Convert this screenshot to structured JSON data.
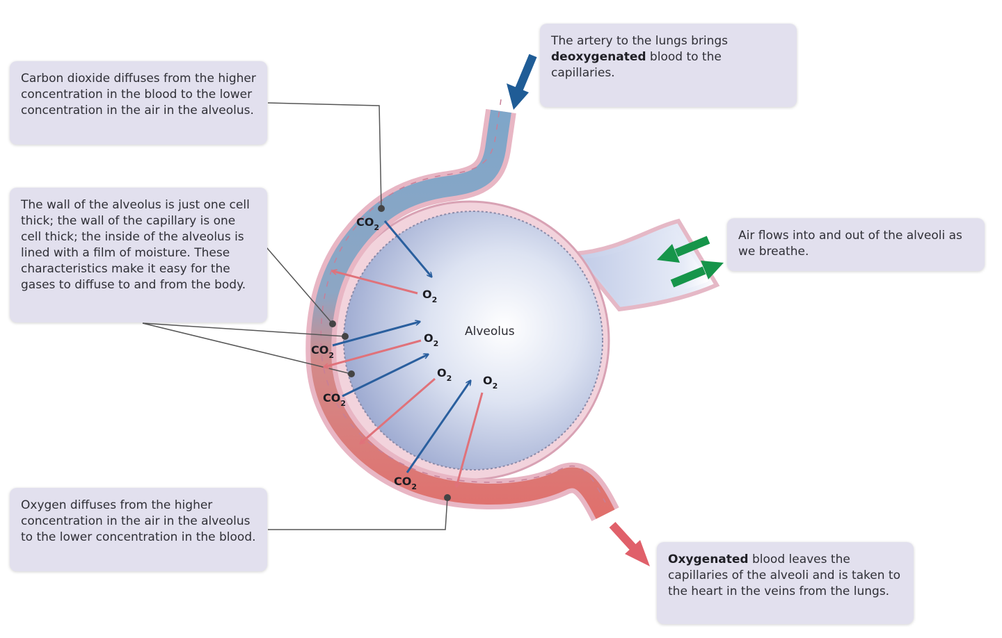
{
  "callouts": {
    "co2_diffusion": "Carbon dioxide diffuses from the higher concentration in the blood to the lower concentration in the air in the alveolus.",
    "wall_thickness": "The wall of the alveolus is just one cell thick; the wall of the capillary is one cell thick; the inside of the alveolus is lined with a film of moisture. These characteristics make it easy for the gases to diffuse to and from the body.",
    "o2_diffusion": "Oxygen diffuses from the higher concentration in the air in the alveolus to the lower concentration in the blood.",
    "artery": {
      "before": "The artery to the lungs brings ",
      "bold": "deoxygenated",
      "after": " blood to the capillaries."
    },
    "air_flow": "Air flows into and out of the alveoli as we breathe.",
    "oxygenated": {
      "bold": "Oxygenated",
      "after": " blood leaves the capillaries of the alveoli and is taken to the heart in the veins from the lungs."
    }
  },
  "labels": {
    "alveolus": "Alveolus",
    "co2_base": "CO",
    "co2_sub": "2",
    "o2_base": "O",
    "o2_sub": "2"
  },
  "colors": {
    "deoxygenated_blood": "#7fa6c9",
    "oxygenated_blood": "#e0706c",
    "co2_arrow": "#2a5f9e",
    "o2_arrow": "#e0727a",
    "air_arrow": "#16954a",
    "artery_arrow": "#1f5c96",
    "vein_arrow": "#e0606a",
    "callout_bg": "#e2e0ee"
  }
}
